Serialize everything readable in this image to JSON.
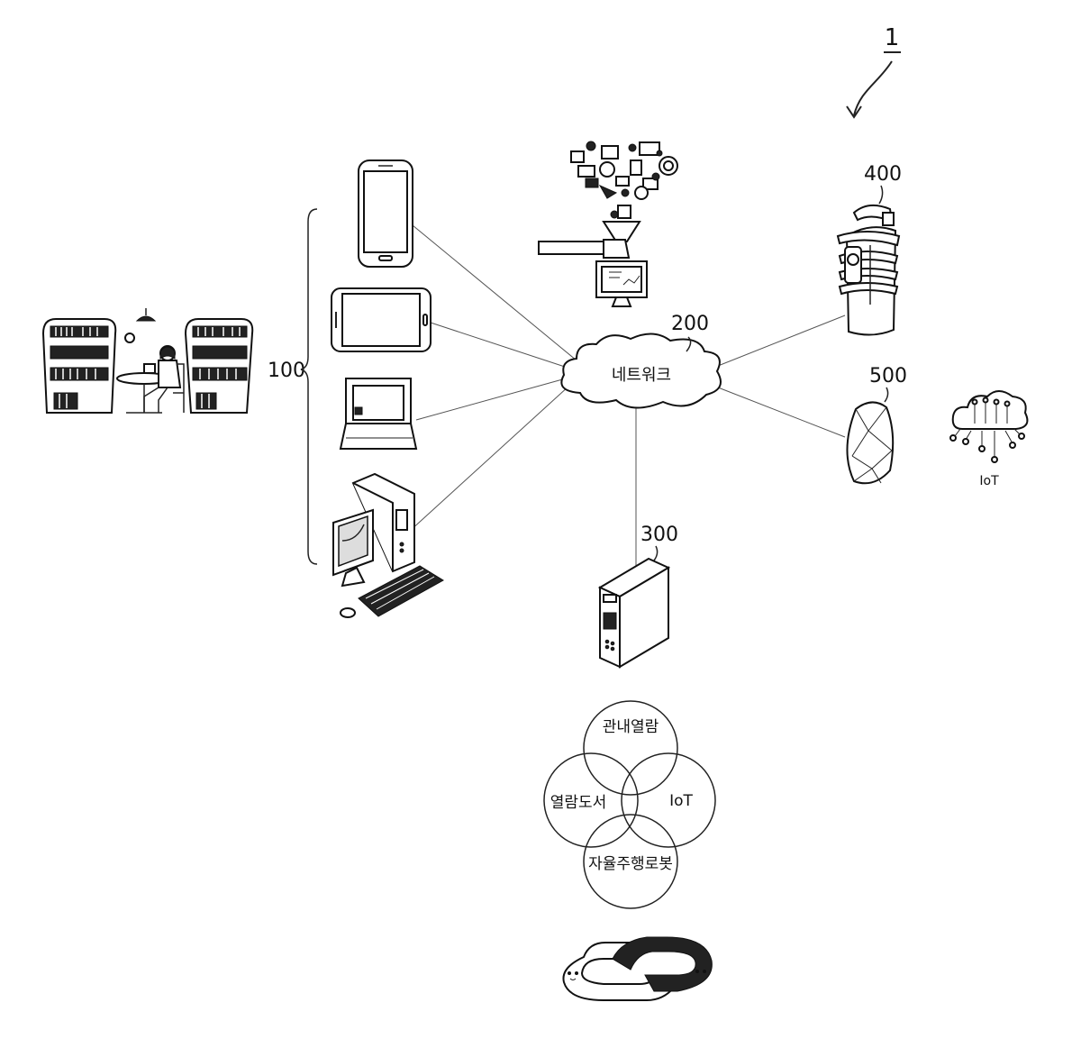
{
  "figure_ref": "1",
  "labels": {
    "user_terminals": "100",
    "network": "200",
    "server": "300",
    "robot": "400",
    "beacon": "500"
  },
  "network_text": "네트워크",
  "iot_icon_text": "IoT",
  "venn": {
    "top": "관내열람",
    "left": "열람도서",
    "right": "IoT",
    "bottom": "자율주행로봇"
  },
  "colors": {
    "line": "#222222",
    "background": "#ffffff"
  }
}
